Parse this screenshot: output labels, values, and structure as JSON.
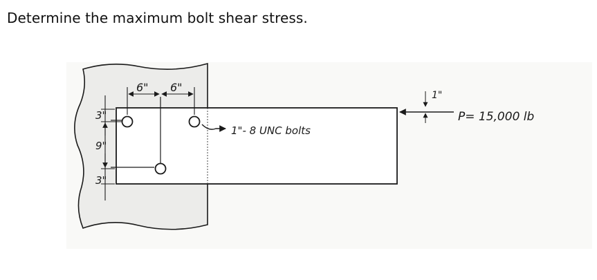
{
  "question": "Determine the maximum bolt shear stress.",
  "figure": {
    "dim_horizontal_1": "6\"",
    "dim_horizontal_2": "6\"",
    "dim_vertical_top": "3\"",
    "dim_vertical_middle": "9\"",
    "dim_vertical_bottom": "3\"",
    "dim_offset": "1\"",
    "bolt_label": "1\"- 8 UNC bolts",
    "load_label": "P= 15,000 lb"
  }
}
